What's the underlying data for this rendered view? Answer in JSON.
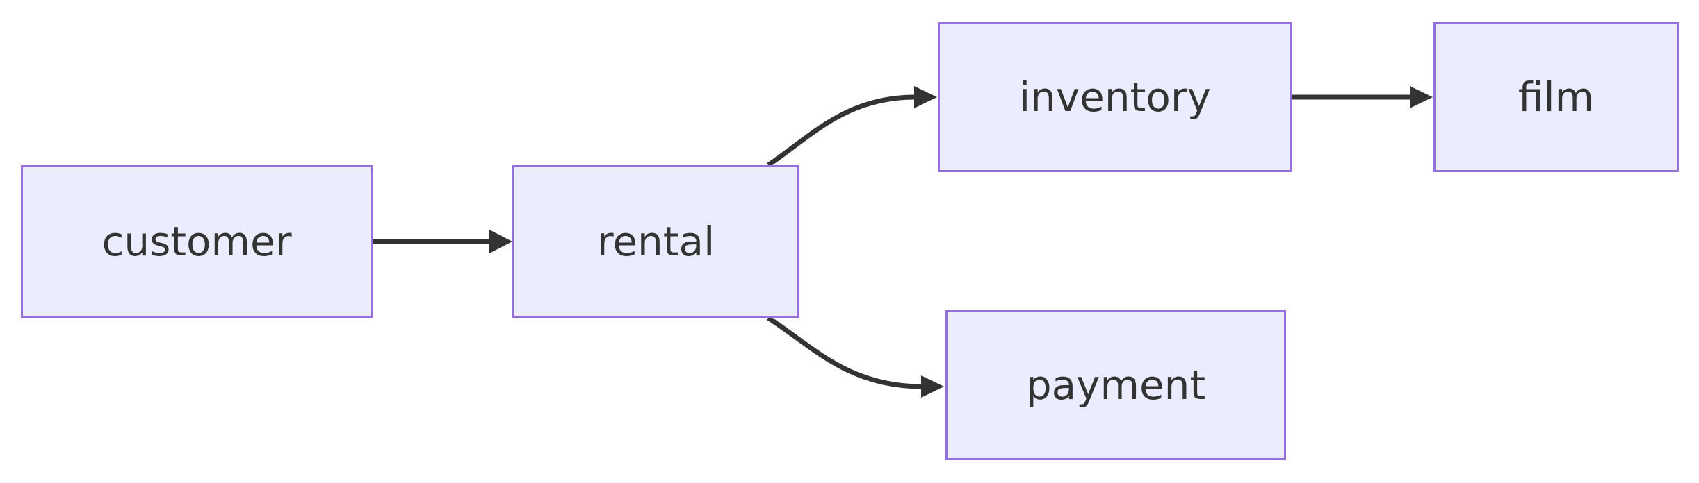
{
  "diagram": {
    "type": "flowchart",
    "direction": "left-to-right",
    "colors": {
      "background": "#FFFFFF",
      "node_fill": "#ECECFF",
      "node_border": "#9370DB",
      "edge": "#333333",
      "text": "#333333"
    },
    "nodes": [
      {
        "id": "customer",
        "label": "customer"
      },
      {
        "id": "rental",
        "label": "rental"
      },
      {
        "id": "inventory",
        "label": "inventory"
      },
      {
        "id": "film",
        "label": "film"
      },
      {
        "id": "payment",
        "label": "payment"
      }
    ],
    "edges": [
      {
        "from": "customer",
        "to": "rental"
      },
      {
        "from": "rental",
        "to": "inventory"
      },
      {
        "from": "rental",
        "to": "payment"
      },
      {
        "from": "inventory",
        "to": "film"
      }
    ]
  }
}
